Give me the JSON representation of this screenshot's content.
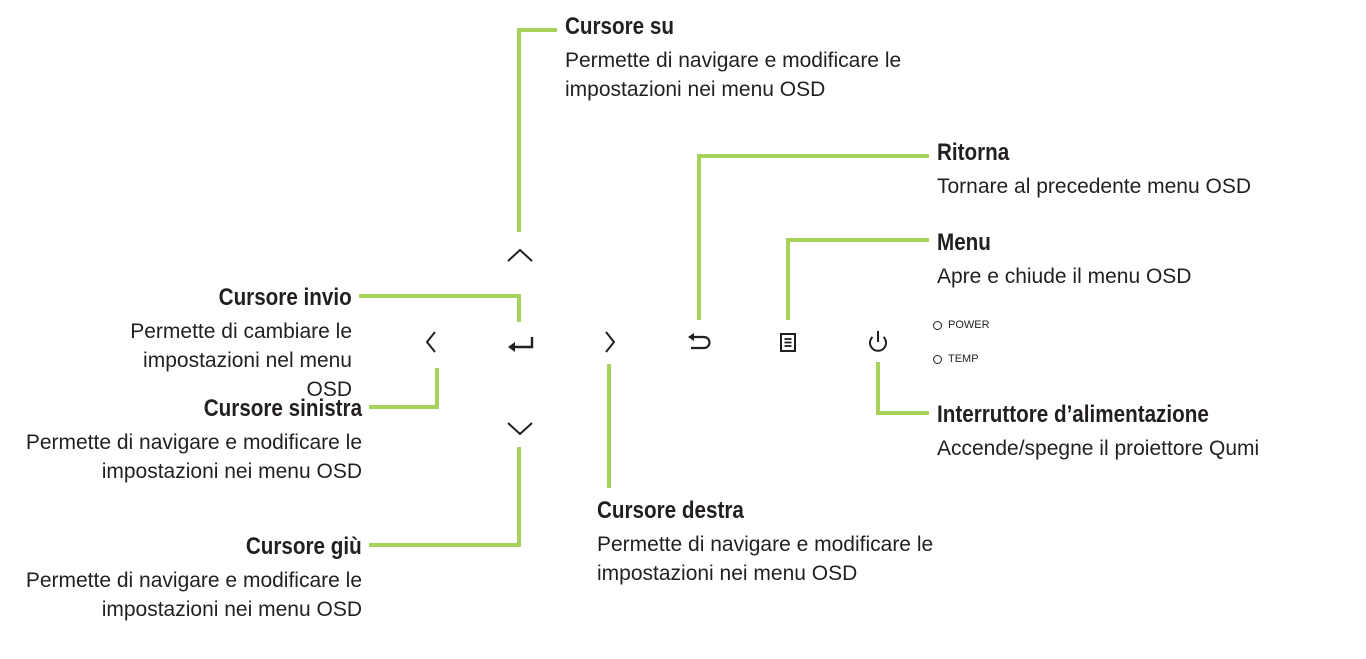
{
  "colors": {
    "leader": "#a6d15a",
    "text": "#231f20"
  },
  "callouts": {
    "up": {
      "title": "Cursore su",
      "desc": "Permette di navigare e modificare le impostazioni nei menu OSD"
    },
    "back": {
      "title": "Ritorna",
      "desc": "Tornare al precedente menu OSD"
    },
    "menu": {
      "title": "Menu",
      "desc": "Apre e chiude il menu OSD"
    },
    "enter": {
      "title": "Cursore invio",
      "desc": "Permette di cambiare le impostazioni nel menu OSD"
    },
    "left": {
      "title": "Cursore sinistra",
      "desc": "Permette di navigare e modificare le impostazioni nei menu OSD"
    },
    "down": {
      "title": "Cursore giù",
      "desc": "Permette di navigare e modificare le impostazioni nei menu OSD"
    },
    "right": {
      "title": "Cursore destra",
      "desc": "Permette di navigare e modificare le impostazioni nei menu OSD"
    },
    "power": {
      "title": "Interruttore d’alimentazione",
      "desc": "Accende/spegne il proiettore Qumi"
    }
  },
  "indicators": {
    "power": "POWER",
    "temp": "TEMP"
  },
  "icons": {
    "up": "chevron-up-icon",
    "down": "chevron-down-icon",
    "left": "chevron-left-icon",
    "right": "chevron-right-icon",
    "enter": "enter-arrow-icon",
    "back": "return-arrow-icon",
    "menu": "menu-list-icon",
    "power": "power-icon"
  }
}
